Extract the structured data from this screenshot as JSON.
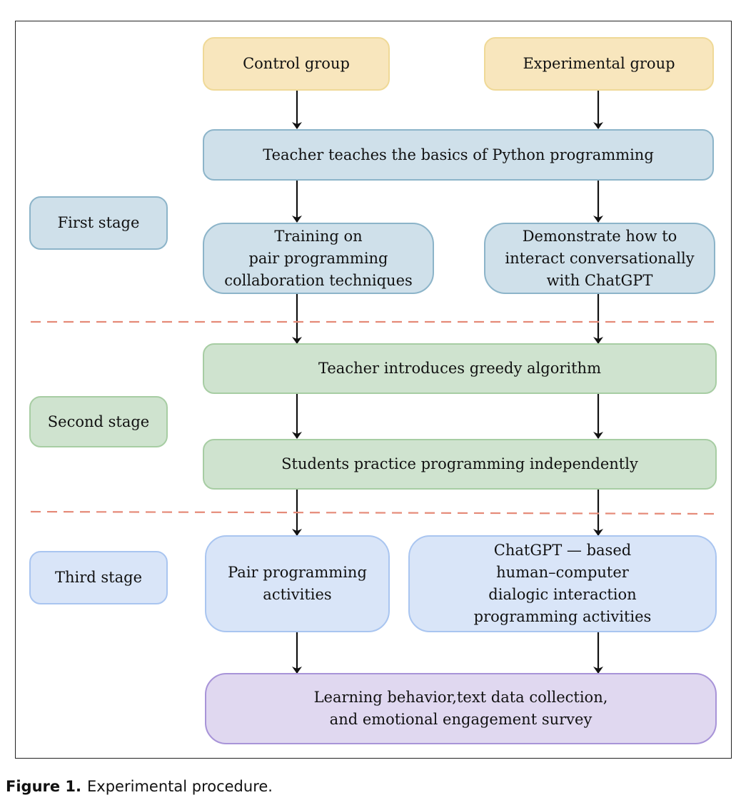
{
  "figure": {
    "caption_label": "Figure 1.",
    "caption_text": "Experimental procedure."
  },
  "groups": {
    "control": "Control group",
    "experimental": "Experimental group"
  },
  "stages": {
    "first": {
      "label": "First stage",
      "shared_step": "Teacher teaches the basics of Python programming",
      "control_step": "Training on\npair programming\ncollaboration techniques",
      "experimental_step": "Demonstrate how to\ninteract conversationally\nwith ChatGPT"
    },
    "second": {
      "label": "Second stage",
      "shared_step_1": "Teacher introduces greedy algorithm",
      "shared_step_2": "Students practice programming independently"
    },
    "third": {
      "label": "Third stage",
      "control_step": "Pair programming\nactivities",
      "experimental_step": "ChatGPT — based\nhuman–computer\ndialogic interaction\nprogramming activities"
    }
  },
  "outcome": "Learning behavior,text data collection,\nand emotional engagement survey",
  "colors": {
    "group": "#f8e6bd",
    "first_stage": "#cfe0ea",
    "second_stage": "#cfe3cf",
    "third_stage": "#d9e5f8",
    "outcome": "#e0d8f0",
    "divider": "#e58a78"
  }
}
